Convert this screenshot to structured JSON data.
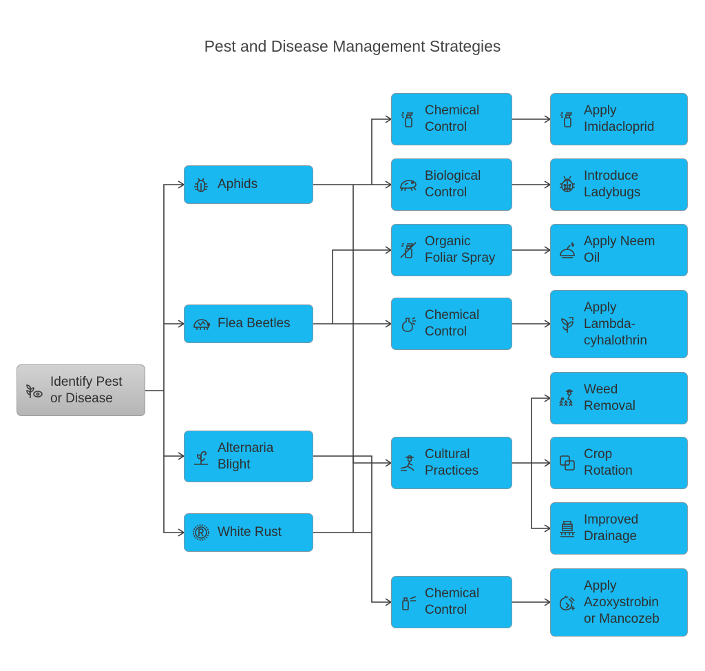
{
  "title": "Pest and Disease Management Strategies",
  "nodes": {
    "root": {
      "label": "Identify Pest\nor Disease",
      "icon": "plant-eye-icon"
    },
    "aphids": {
      "label": "Aphids",
      "icon": "beetle-icon"
    },
    "flea_beetles": {
      "label": "Flea Beetles",
      "icon": "tortoise-bug-icon"
    },
    "alternaria": {
      "label": "Alternaria\nBlight",
      "icon": "wilted-plant-icon"
    },
    "white_rust": {
      "label": "White Rust",
      "icon": "registered-badge-icon"
    },
    "chem_control_1": {
      "label": "Chemical\nControl",
      "icon": "spray-bottle-icon"
    },
    "bio_control": {
      "label": "Biological\nControl",
      "icon": "frog-icon"
    },
    "organic_spray": {
      "label": "Organic\nFoliar Spray",
      "icon": "no-spray-icon"
    },
    "chem_control_2": {
      "label": "Chemical\nControl",
      "icon": "spray-flask-icon"
    },
    "cultural": {
      "label": "Cultural\nPractices",
      "icon": "farmer-icon"
    },
    "chem_control_3": {
      "label": "Chemical\nControl",
      "icon": "sprayer-icon"
    },
    "imidacloprid": {
      "label": "Apply\nImidacloprid",
      "icon": "spray-bottle-icon"
    },
    "ladybugs": {
      "label": "Introduce\nLadybugs",
      "icon": "ladybug-icon"
    },
    "neem_oil": {
      "label": "Apply Neem\nOil",
      "icon": "oil-drop-icon"
    },
    "lambda": {
      "label": "Apply\nLambda-\ncyhalothrin",
      "icon": "plant-leaf-icon"
    },
    "weed": {
      "label": "Weed\nRemoval",
      "icon": "gardener-icon"
    },
    "rotation": {
      "label": "Crop\nRotation",
      "icon": "overlap-squares-icon"
    },
    "drainage": {
      "label": "Improved\nDrainage",
      "icon": "drainage-icon"
    },
    "azoxystrobin": {
      "label": "Apply\nAzoxystrobin\nor Mancozeb",
      "icon": "fungicide-icon"
    }
  },
  "colors": {
    "node_fill": "#19b8f0",
    "node_border": "#7e97a3",
    "root_fill": "#c4c4c4",
    "edge": "#3a3a3a"
  }
}
